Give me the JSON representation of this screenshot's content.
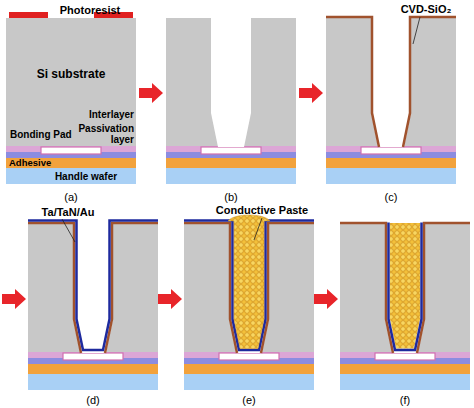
{
  "diagram": {
    "labels": [
      "Photoresist",
      "Si substrate",
      "Bonding Pad",
      "Interlayer",
      "Passivation layer",
      "Adhesive",
      "Handle wafer",
      "(a)",
      "(b)",
      "CVD-SiO₂",
      "(c)",
      "Ta/TaN/Au",
      "(d)",
      "Conductive Paste",
      "(e)",
      "(f)"
    ]
  }
}
